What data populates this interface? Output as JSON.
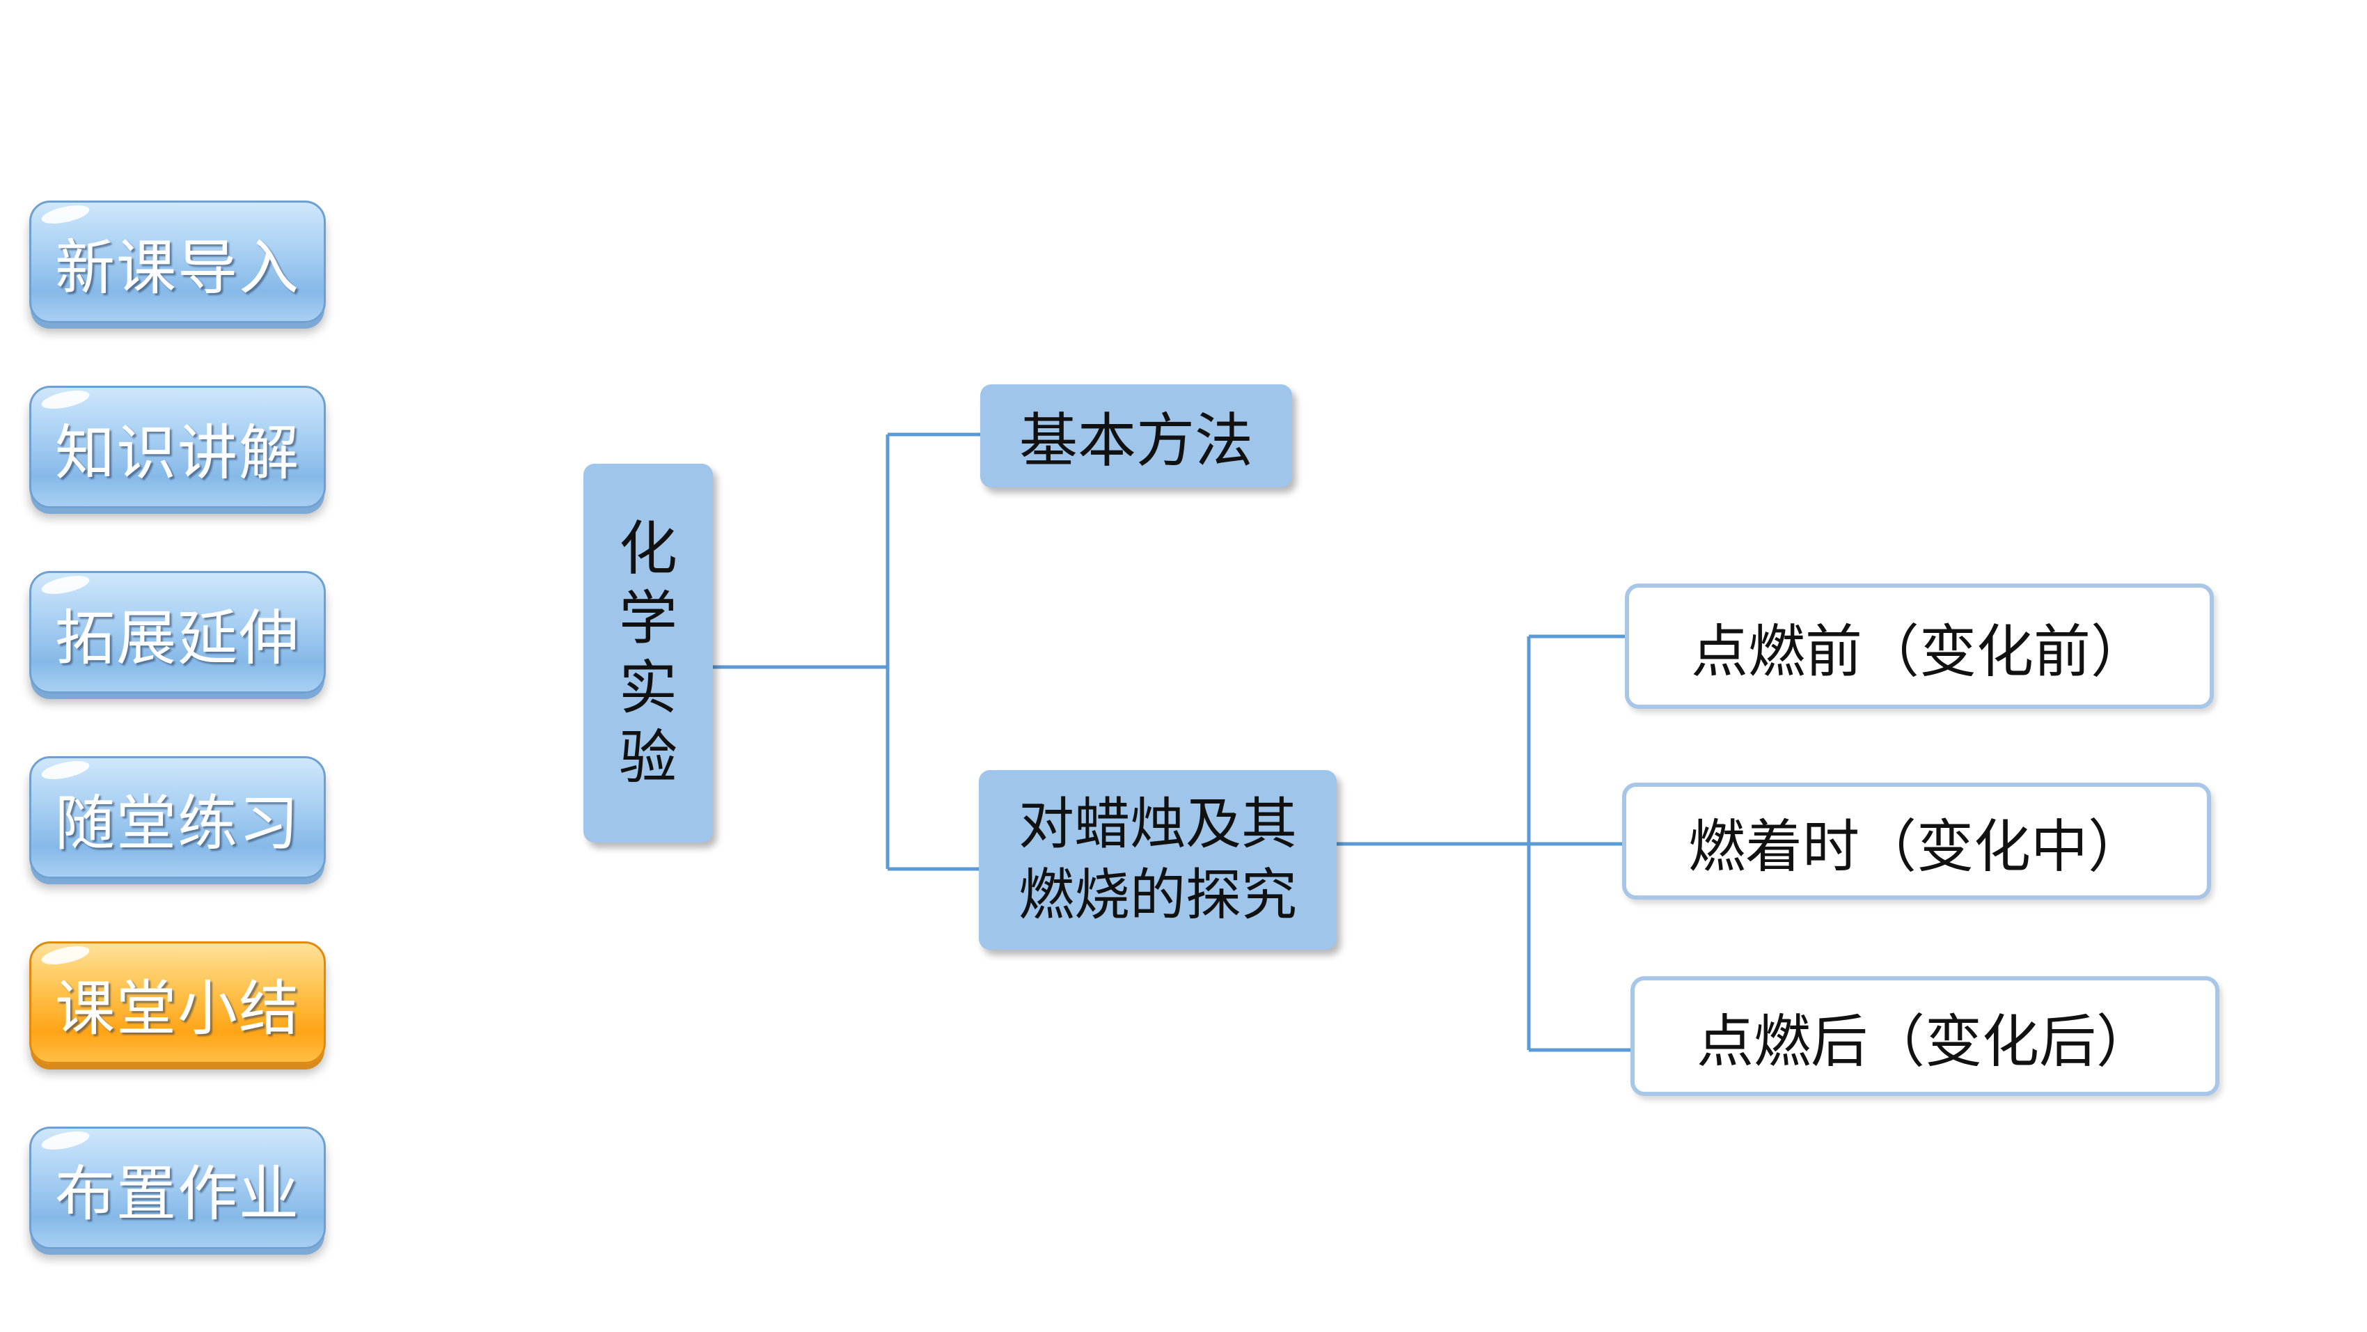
{
  "nav": {
    "items": [
      {
        "label": "新课导入",
        "active": false
      },
      {
        "label": "知识讲解",
        "active": false
      },
      {
        "label": "拓展延伸",
        "active": false
      },
      {
        "label": "随堂练习",
        "active": false
      },
      {
        "label": "课堂小结",
        "active": true
      },
      {
        "label": "布置作业",
        "active": false
      }
    ]
  },
  "diagram": {
    "root": [
      "化",
      "学",
      "实",
      "验"
    ],
    "branches": {
      "basic_method": "基本方法",
      "candle_line1": "对蜡烛及其",
      "candle_line2": "燃烧的探究"
    },
    "leaves": {
      "before": "点燃前（变化前）",
      "during": "燃着时（变化中）",
      "after": "点燃后（变化后）"
    }
  },
  "colors": {
    "nav_blue": "#9fc5ea",
    "nav_active_orange": "#ffa416",
    "node_fill": "#9fc5ea",
    "connector": "#5b9bd5"
  }
}
